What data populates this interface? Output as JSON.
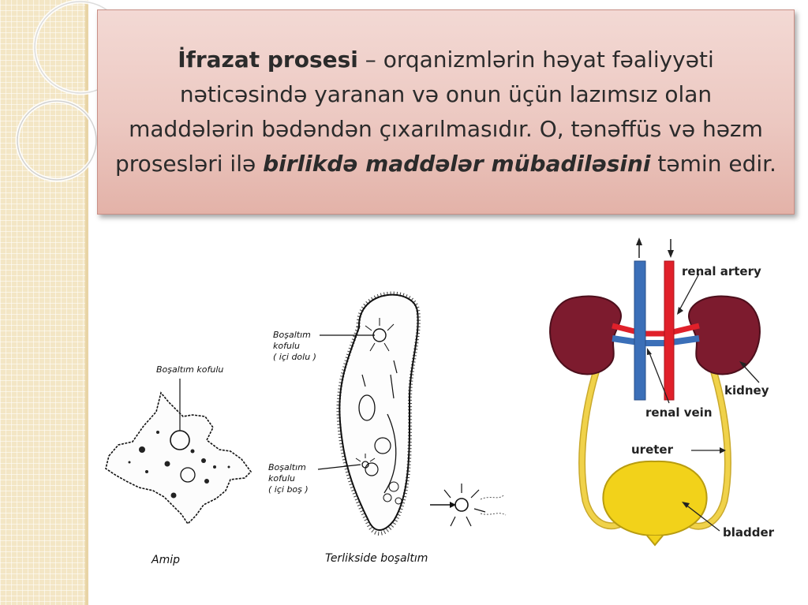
{
  "title": {
    "bold_lead": "İfrazat prosesi",
    "text_main": " – orqanizmlərin həyat fəaliyyəti nəticəsində yaranan və onun üçün lazımsız olan maddələrin bədəndən çıxarılmasıdır. O, tənəffüs və həzm prosesləri ilə ",
    "bold_italic": "birlikdə maddələr mübadiləsini",
    "text_end": " təmin edir."
  },
  "amoeba": {
    "vacuole_label": "Boşaltım kofulu",
    "caption": "Amip"
  },
  "paramecium": {
    "vacuole_full_label_1": "Boşaltım",
    "vacuole_full_label_2": "kofulu",
    "vacuole_full_label_3": "( içi dolu )",
    "vacuole_empty_label_1": "Boşaltım",
    "vacuole_empty_label_2": "kofulu",
    "vacuole_empty_label_3": "( içi boş )",
    "caption": "Terlikside  boşaltım"
  },
  "kidney_diagram": {
    "renal_artery": "renal artery",
    "kidney": "kidney",
    "renal_vein": "renal vein",
    "ureter": "ureter",
    "bladder": "bladder"
  },
  "colors": {
    "title_box": "#ecc8c1",
    "kidney": "#7d1b2e",
    "artery": "#e0202a",
    "vein": "#3b6fb8",
    "bladder": "#f2d21a",
    "ureter": "#f0d24a",
    "strip": "#f3e6c5"
  }
}
